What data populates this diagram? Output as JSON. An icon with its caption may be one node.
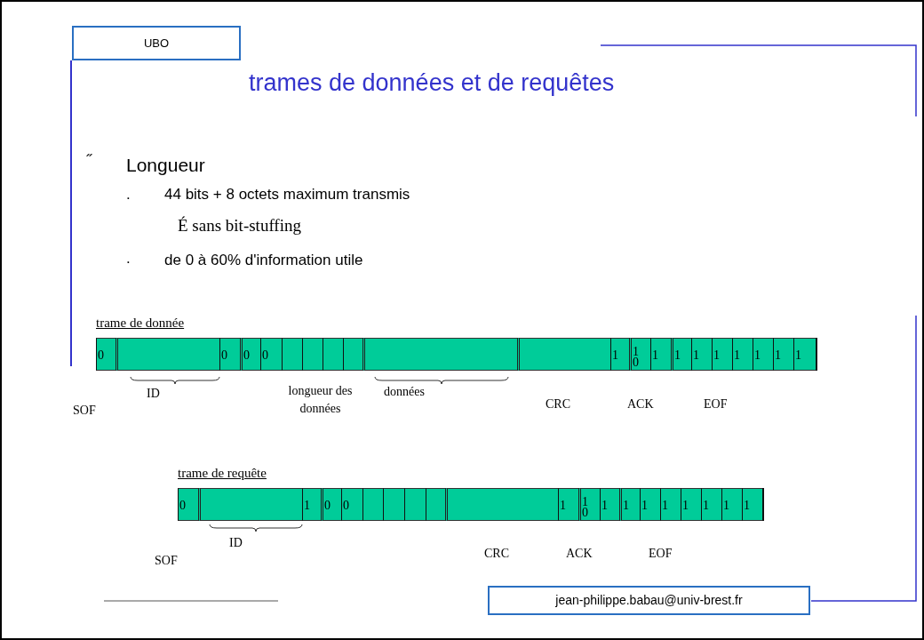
{
  "diagram": {
    "title": "trames de données et de requêtes",
    "nodes": [
      {
        "text": [
          "UBO"
        ]
      },
      {
        "text": [
          "trame de donnée"
        ]
      },
      {
        "text": [
          "0"
        ],
        "in": 1
      },
      {
        "text": [],
        "shape": "box",
        "in": 1
      },
      {
        "text": [
          "0"
        ],
        "in": 1
      },
      {
        "text": [
          "0"
        ],
        "in": 1
      },
      {
        "text": [
          "0"
        ],
        "in": 1
      },
      {
        "text": [],
        "shape": "box",
        "in": 1
      },
      {
        "text": [],
        "shape": "box",
        "in": 1
      },
      {
        "text": [],
        "shape": "box",
        "in": 1
      },
      {
        "text": [],
        "shape": "box",
        "in": 1
      },
      {
        "text": [],
        "shape": "box",
        "in": 1
      },
      {
        "text": [],
        "shape": "box",
        "in": 1
      },
      {
        "text": [
          "1"
        ],
        "in": 1
      },
      {
        "text": [
          "1",
          "0"
        ],
        "in": 1
      },
      {
        "text": [
          "1"
        ],
        "in": 1
      },
      {
        "text": [
          "1"
        ],
        "in": 1
      },
      {
        "text": [
          "1"
        ],
        "in": 1
      },
      {
        "text": [
          "1"
        ],
        "in": 1
      },
      {
        "text": [
          "1"
        ],
        "in": 1
      },
      {
        "text": [
          "1"
        ],
        "in": 1
      },
      {
        "text": [
          "1"
        ],
        "in": 1
      },
      {
        "text": [
          "1"
        ],
        "in": 1
      },
      {
        "text": [
          "trame de requête"
        ]
      },
      {
        "text": [
          "0"
        ],
        "in": 23
      },
      {
        "text": [],
        "shape": "box",
        "in": 23
      },
      {
        "text": [
          "1"
        ],
        "in": 23
      },
      {
        "text": [
          "0"
        ],
        "in": 23
      },
      {
        "text": [
          "0"
        ],
        "in": 23
      },
      {
        "text": [],
        "shape": "box",
        "in": 23
      },
      {
        "text": [],
        "shape": "box",
        "in": 23
      },
      {
        "text": [],
        "shape": "box",
        "in": 23
      },
      {
        "text": [],
        "shape": "box",
        "in": 23
      },
      {
        "text": [],
        "shape": "box",
        "in": 23
      },
      {
        "text": [
          "1"
        ],
        "in": 23
      },
      {
        "text": [
          "1",
          "0"
        ],
        "in": 23
      },
      {
        "text": [
          "1"
        ],
        "in": 23
      },
      {
        "text": [
          "1"
        ],
        "in": 23
      },
      {
        "text": [
          "1"
        ],
        "in": 23
      },
      {
        "text": [
          "1"
        ],
        "in": 23
      },
      {
        "text": [
          "1"
        ],
        "in": 23
      },
      {
        "text": [
          "1"
        ],
        "in": 23
      },
      {
        "text": [
          "1"
        ],
        "in": 23
      },
      {
        "text": [
          "1"
        ],
        "in": 23
      },
      {
        "text": [
          "jean-philippe.babau@univ-brest.fr"
        ]
      }
    ],
    "labels": [
      "˝",
      "Longueur",
      ".",
      "44 bits + 8 octets maximum transmis",
      "É sans bit-stuffing",
      ".",
      "de 0 à 60% d'information utile",
      "ID",
      "longueur des données",
      "données",
      "SOF",
      "CRC",
      "ACK",
      "EOF",
      "ID",
      "SOF",
      "CRC",
      "ACK",
      "EOF"
    ]
  }
}
